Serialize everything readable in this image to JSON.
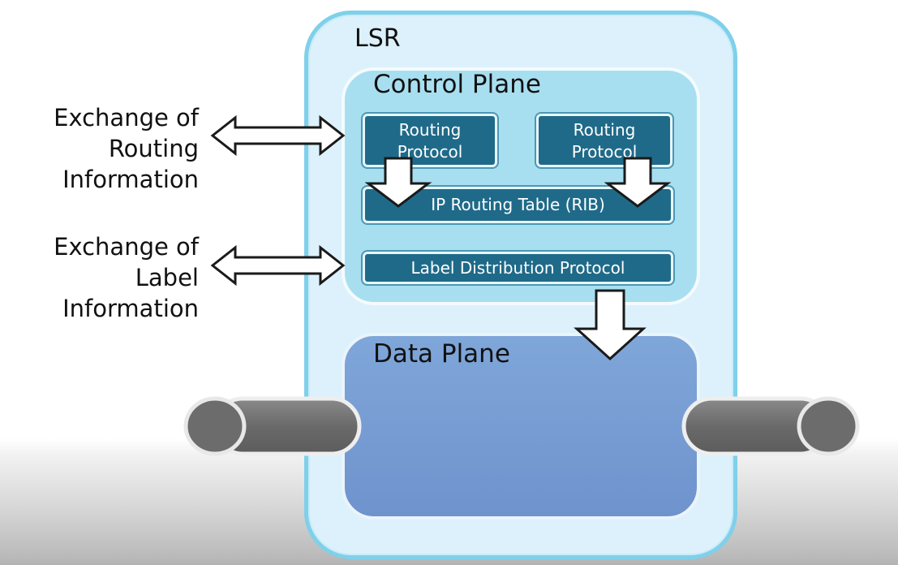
{
  "lsr": {
    "title": "LSR"
  },
  "control_plane": {
    "title": "Control Plane",
    "routing_protocol_1": [
      "Routing",
      "Protocol"
    ],
    "routing_protocol_2": [
      "Routing",
      "Protocol"
    ],
    "rib": "IP Routing Table (RIB)",
    "ldp": "Label Distribution Protocol"
  },
  "data_plane": {
    "title": "Data Plane"
  },
  "side_labels": {
    "routing": [
      "Exchange of",
      "Routing",
      "Information"
    ],
    "label": [
      "Exchange of",
      "Label",
      "Information"
    ]
  },
  "colors": {
    "lsr_fill": "#dcf1fb",
    "lsr_border": "#7fd0ea",
    "control_plane_fill": "#a8dff0",
    "protocol_box_fill": "#1f6a89",
    "data_plane_fill": "#7fa6d9",
    "pipe_fill": "#707070"
  }
}
